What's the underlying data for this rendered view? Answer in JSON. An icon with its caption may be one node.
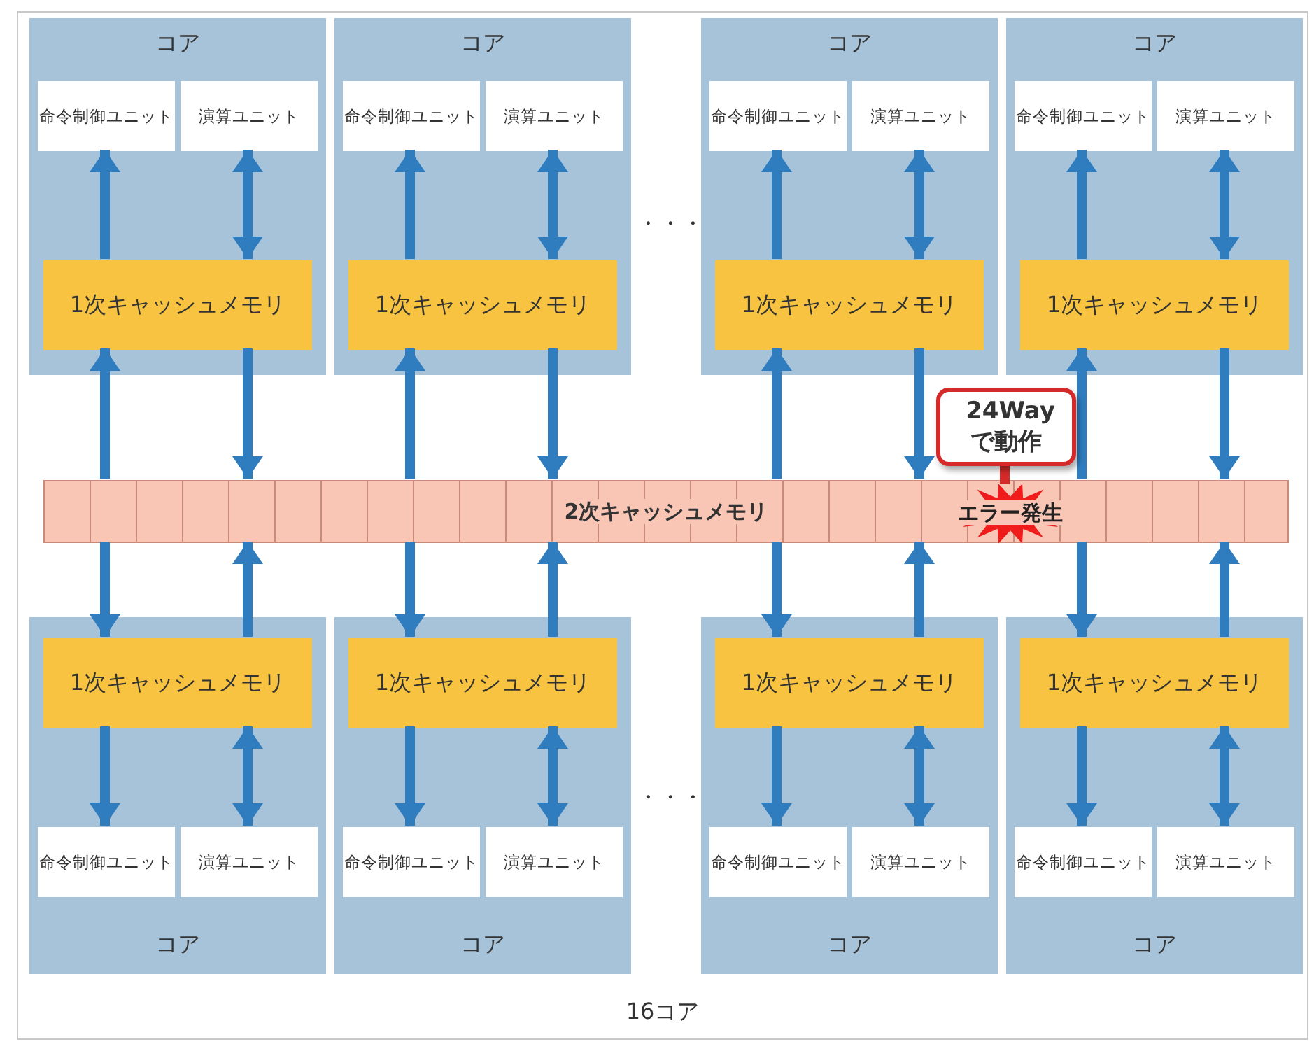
{
  "diagram": {
    "nodes": [
      {
        "text": [
          "16コア"
        ]
      },
      {
        "text": [
          "コア"
        ],
        "in": 0
      },
      {
        "text": [
          "命令制御ユニット"
        ],
        "in": 1
      },
      {
        "text": [
          "演算ユニット"
        ],
        "in": 1
      },
      {
        "text": [
          "1次キャッシュメモリ"
        ],
        "in": 1
      },
      {
        "text": [
          "コア"
        ],
        "in": 0
      },
      {
        "text": [
          "命令制御ユニット"
        ],
        "in": 5
      },
      {
        "text": [
          "演算ユニット"
        ],
        "in": 5
      },
      {
        "text": [
          "1次キャッシュメモリ"
        ],
        "in": 5
      },
      {
        "text": [
          "コア"
        ],
        "in": 0
      },
      {
        "text": [
          "命令制御ユニット"
        ],
        "in": 9
      },
      {
        "text": [
          "演算ユニット"
        ],
        "in": 9
      },
      {
        "text": [
          "1次キャッシュメモリ"
        ],
        "in": 9
      },
      {
        "text": [
          "コア"
        ],
        "in": 0
      },
      {
        "text": [
          "命令制御ユニット"
        ],
        "in": 13
      },
      {
        "text": [
          "演算ユニット"
        ],
        "in": 13
      },
      {
        "text": [
          "1次キャッシュメモリ"
        ],
        "in": 13
      },
      {
        "text": [
          "24Wayで動作"
        ],
        "in": 0
      },
      {
        "text": [
          "2次キャッシュメモリ"
        ],
        "in": 0
      },
      {
        "text": [
          "エラー発生"
        ],
        "in": 18
      },
      {
        "text": [
          "コア"
        ],
        "in": 0
      },
      {
        "text": [
          "1次キャッシュメモリ"
        ],
        "in": 20
      },
      {
        "text": [
          "命令制御ユニット"
        ],
        "in": 20
      },
      {
        "text": [
          "演算ユニット"
        ],
        "in": 20
      },
      {
        "text": [
          "コア"
        ],
        "in": 0
      },
      {
        "text": [
          "1次キャッシュメモリ"
        ],
        "in": 24
      },
      {
        "text": [
          "命令制御ユニット"
        ],
        "in": 24
      },
      {
        "text": [
          "演算ユニット"
        ],
        "in": 24
      },
      {
        "text": [
          "コア"
        ],
        "in": 0
      },
      {
        "text": [
          "1次キャッシュメモリ"
        ],
        "in": 28
      },
      {
        "text": [
          "命令制御ユニット"
        ],
        "in": 28
      },
      {
        "text": [
          "演算ユニット"
        ],
        "in": 28
      },
      {
        "text": [
          "コア"
        ],
        "in": 0
      },
      {
        "text": [
          "1次キャッシュメモリ"
        ],
        "in": 32
      },
      {
        "text": [
          "命令制御ユニット"
        ],
        "in": 32
      },
      {
        "text": [
          "演算ユニット"
        ],
        "in": 32
      }
    ],
    "edges": [
      {
        "from": 4,
        "to": 2,
        "arrow": "to"
      },
      {
        "from": 3,
        "to": 4,
        "arrow": "both"
      },
      {
        "from": 18,
        "to": 4,
        "arrow": "to"
      },
      {
        "from": 4,
        "to": 18,
        "arrow": "to"
      },
      {
        "from": 8,
        "to": 6,
        "arrow": "to"
      },
      {
        "from": 7,
        "to": 8,
        "arrow": "both"
      },
      {
        "from": 18,
        "to": 8,
        "arrow": "to"
      },
      {
        "from": 8,
        "to": 18,
        "arrow": "to"
      },
      {
        "from": 12,
        "to": 10,
        "arrow": "to"
      },
      {
        "from": 11,
        "to": 12,
        "arrow": "both"
      },
      {
        "from": 18,
        "to": 12,
        "arrow": "to"
      },
      {
        "from": 12,
        "to": 18,
        "arrow": "to"
      },
      {
        "from": 16,
        "to": 14,
        "arrow": "to"
      },
      {
        "from": 15,
        "to": 16,
        "arrow": "both"
      },
      {
        "from": 18,
        "to": 16,
        "arrow": "to"
      },
      {
        "from": 16,
        "to": 18,
        "arrow": "to"
      },
      {
        "from": 17,
        "to": 19,
        "arrow": "none",
        "color": "#d62a2a"
      },
      {
        "from": 18,
        "to": 21,
        "arrow": "to"
      },
      {
        "from": 21,
        "to": 18,
        "arrow": "to"
      },
      {
        "from": 21,
        "to": 22,
        "arrow": "to"
      },
      {
        "from": 23,
        "to": 21,
        "arrow": "both"
      },
      {
        "from": 18,
        "to": 25,
        "arrow": "to"
      },
      {
        "from": 25,
        "to": 18,
        "arrow": "to"
      },
      {
        "from": 25,
        "to": 26,
        "arrow": "to"
      },
      {
        "from": 27,
        "to": 25,
        "arrow": "both"
      },
      {
        "from": 18,
        "to": 29,
        "arrow": "to"
      },
      {
        "from": 29,
        "to": 18,
        "arrow": "to"
      },
      {
        "from": 29,
        "to": 30,
        "arrow": "to"
      },
      {
        "from": 31,
        "to": 29,
        "arrow": "both"
      },
      {
        "from": 18,
        "to": 33,
        "arrow": "to"
      },
      {
        "from": 33,
        "to": 18,
        "arrow": "to"
      },
      {
        "from": 33,
        "to": 34,
        "arrow": "to"
      },
      {
        "from": 35,
        "to": 33,
        "arrow": "both"
      }
    ],
    "labels": [
      "・・・",
      "・・・"
    ]
  }
}
